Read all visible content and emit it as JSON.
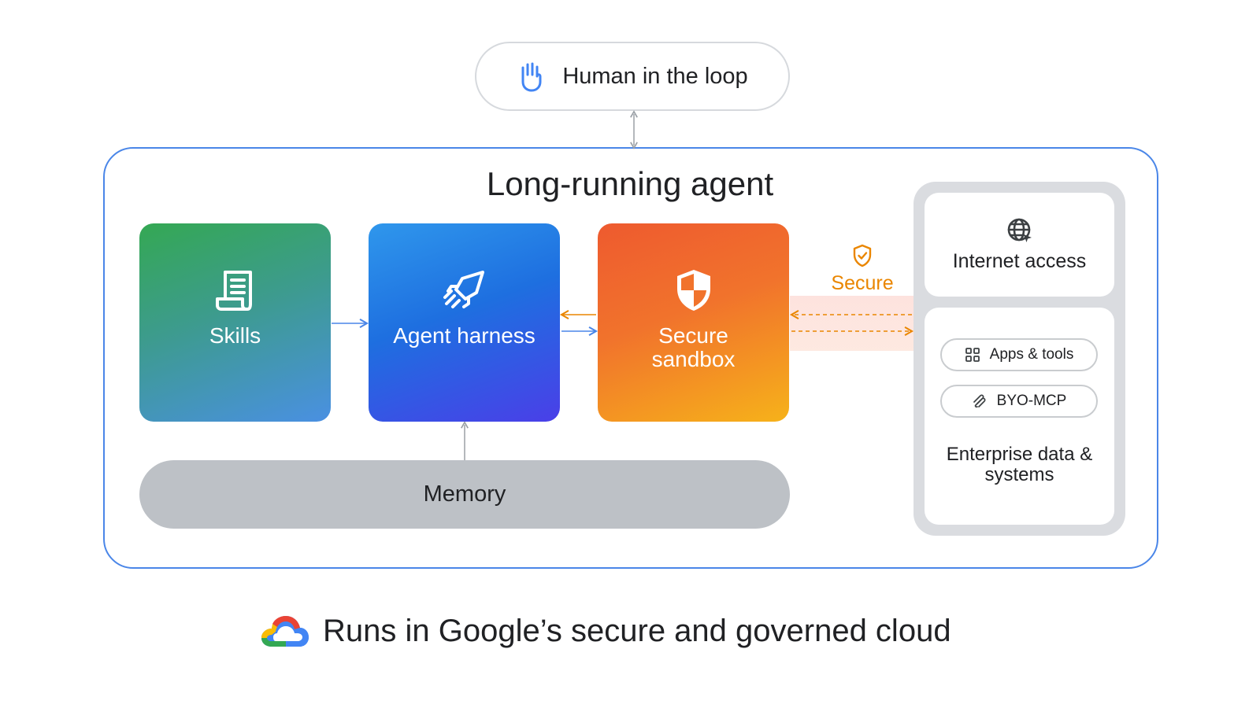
{
  "human": {
    "label": "Human in the loop",
    "icon": "hand-icon"
  },
  "agent": {
    "title": "Long-running agent"
  },
  "cards": {
    "skills": {
      "label": "Skills",
      "icon": "document-icon"
    },
    "harness": {
      "label": "Agent harness",
      "icon": "rocket-icon"
    },
    "sandbox": {
      "label": "Secure sandbox",
      "icon": "shield-icon"
    }
  },
  "memory": {
    "label": "Memory"
  },
  "secure_link": {
    "label": "Secure",
    "icon": "shield-check-icon"
  },
  "internet": {
    "label": "Internet access",
    "icon": "globe-icon"
  },
  "enterprise": {
    "apps_label": "Apps & tools",
    "mcp_label": "BYO-MCP",
    "label": "Enterprise data & systems"
  },
  "footer": {
    "label": "Runs in Google’s secure and governed cloud",
    "icon": "google-cloud-logo"
  },
  "colors": {
    "agent_border": "#4a86e8",
    "secure_accent": "#ea8600",
    "memory_fill": "#bdc1c6",
    "arrow_blue": "#4a86e8",
    "arrow_gray": "#9aa0a6"
  }
}
